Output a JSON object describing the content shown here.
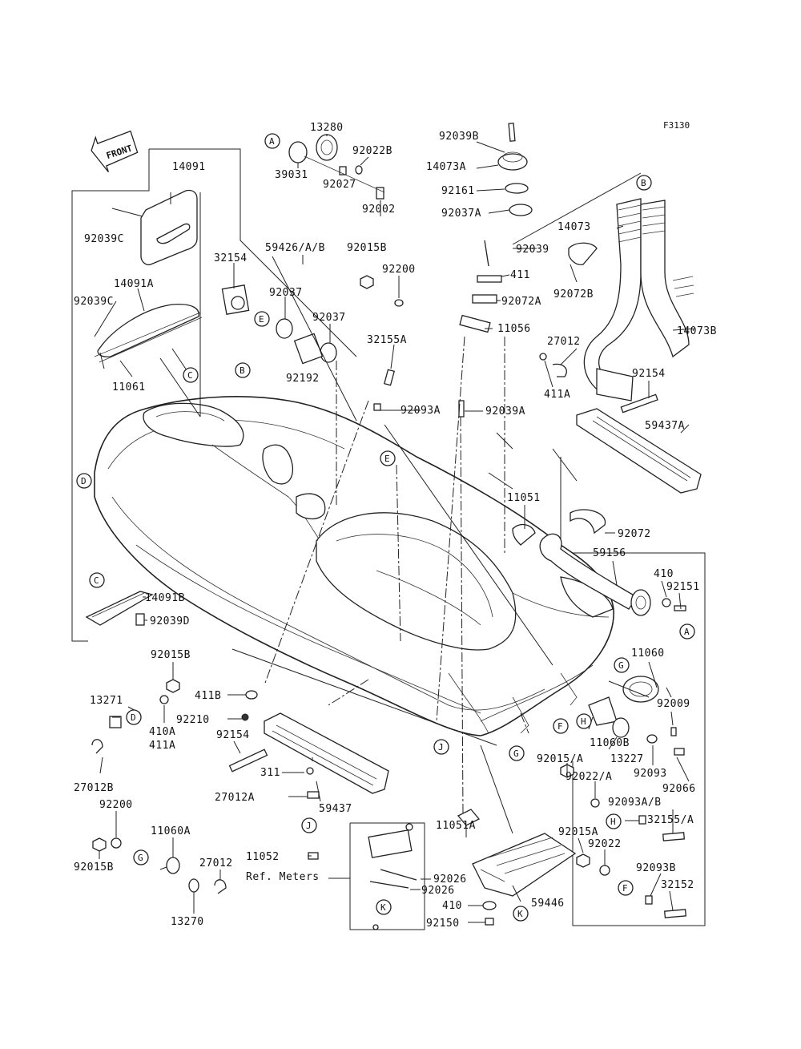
{
  "figure_code": "F3130",
  "front_label": "FRONT",
  "ref_meters_label": "Ref. Meters",
  "part_labels": [
    {
      "id": "p14091",
      "text": "14091"
    },
    {
      "id": "p92039C_a",
      "text": "92039C"
    },
    {
      "id": "p14091A",
      "text": "14091A"
    },
    {
      "id": "p92039C_b",
      "text": "92039C"
    },
    {
      "id": "p11061",
      "text": "11061"
    },
    {
      "id": "p13280",
      "text": "13280"
    },
    {
      "id": "p92022B",
      "text": "92022B"
    },
    {
      "id": "p39031",
      "text": "39031"
    },
    {
      "id": "p92027",
      "text": "92027"
    },
    {
      "id": "p92002",
      "text": "92002"
    },
    {
      "id": "p59426",
      "text": "59426/A/B"
    },
    {
      "id": "p92015B_a",
      "text": "92015B"
    },
    {
      "id": "p32154",
      "text": "32154"
    },
    {
      "id": "p92037_a",
      "text": "92037"
    },
    {
      "id": "p92037_b",
      "text": "92037"
    },
    {
      "id": "p92200_a",
      "text": "92200"
    },
    {
      "id": "p92192",
      "text": "92192"
    },
    {
      "id": "p32155A",
      "text": "32155A"
    },
    {
      "id": "p92093A",
      "text": "92093A"
    },
    {
      "id": "p92039B",
      "text": "92039B"
    },
    {
      "id": "p14073A",
      "text": "14073A"
    },
    {
      "id": "p92161",
      "text": "92161"
    },
    {
      "id": "p92037A",
      "text": "92037A"
    },
    {
      "id": "p92039",
      "text": "92039"
    },
    {
      "id": "p411",
      "text": "411"
    },
    {
      "id": "p92072A",
      "text": "92072A"
    },
    {
      "id": "p11056",
      "text": "11056"
    },
    {
      "id": "p27012_a",
      "text": "27012"
    },
    {
      "id": "p411A",
      "text": "411A"
    },
    {
      "id": "p92039A",
      "text": "92039A"
    },
    {
      "id": "p14073",
      "text": "14073"
    },
    {
      "id": "p92072B",
      "text": "92072B"
    },
    {
      "id": "p14073B",
      "text": "14073B"
    },
    {
      "id": "p92154_a",
      "text": "92154"
    },
    {
      "id": "p59437A",
      "text": "59437A"
    },
    {
      "id": "p11051",
      "text": "11051"
    },
    {
      "id": "p92072",
      "text": "92072"
    },
    {
      "id": "p59156",
      "text": "59156"
    },
    {
      "id": "p410_a",
      "text": "410"
    },
    {
      "id": "p92151",
      "text": "92151"
    },
    {
      "id": "p14091B",
      "text": "14091B"
    },
    {
      "id": "p92039D",
      "text": "92039D"
    },
    {
      "id": "p11060",
      "text": "11060"
    },
    {
      "id": "p92009",
      "text": "92009"
    },
    {
      "id": "p92015B_b",
      "text": "92015B"
    },
    {
      "id": "p13271",
      "text": "13271"
    },
    {
      "id": "p411B",
      "text": "411B"
    },
    {
      "id": "p92210",
      "text": "92210"
    },
    {
      "id": "p410A",
      "text": "410A"
    },
    {
      "id": "p411A_b",
      "text": "411A"
    },
    {
      "id": "p27012B",
      "text": "27012B"
    },
    {
      "id": "p92154_b",
      "text": "92154"
    },
    {
      "id": "p311",
      "text": "311"
    },
    {
      "id": "p27012A",
      "text": "27012A"
    },
    {
      "id": "p59437",
      "text": "59437"
    },
    {
      "id": "p11060B",
      "text": "11060B"
    },
    {
      "id": "p13227",
      "text": "13227"
    },
    {
      "id": "p92015A_a",
      "text": "92015/A"
    },
    {
      "id": "p92093",
      "text": "92093"
    },
    {
      "id": "p92066",
      "text": "92066"
    },
    {
      "id": "p92022A",
      "text": "92022/A"
    },
    {
      "id": "p92093AB",
      "text": "92093A/B"
    },
    {
      "id": "p32155A_b",
      "text": "32155/A"
    },
    {
      "id": "p92200_b",
      "text": "92200"
    },
    {
      "id": "p11060A",
      "text": "11060A"
    },
    {
      "id": "p27012_b",
      "text": "27012"
    },
    {
      "id": "p92015B_c",
      "text": "92015B"
    },
    {
      "id": "p13270",
      "text": "13270"
    },
    {
      "id": "p11052",
      "text": "11052"
    },
    {
      "id": "p11051A",
      "text": "11051A"
    },
    {
      "id": "p92015A_b",
      "text": "92015A"
    },
    {
      "id": "p92022",
      "text": "92022"
    },
    {
      "id": "p92093B",
      "text": "92093B"
    },
    {
      "id": "p32152",
      "text": "32152"
    },
    {
      "id": "p92026_a",
      "text": "92026"
    },
    {
      "id": "p92026_b",
      "text": "92026"
    },
    {
      "id": "p410_b",
      "text": "410"
    },
    {
      "id": "p59446",
      "text": "59446"
    },
    {
      "id": "p92150",
      "text": "92150"
    }
  ],
  "callouts": [
    "A",
    "B",
    "C",
    "D",
    "E",
    "F",
    "G",
    "H",
    "J",
    "K"
  ]
}
